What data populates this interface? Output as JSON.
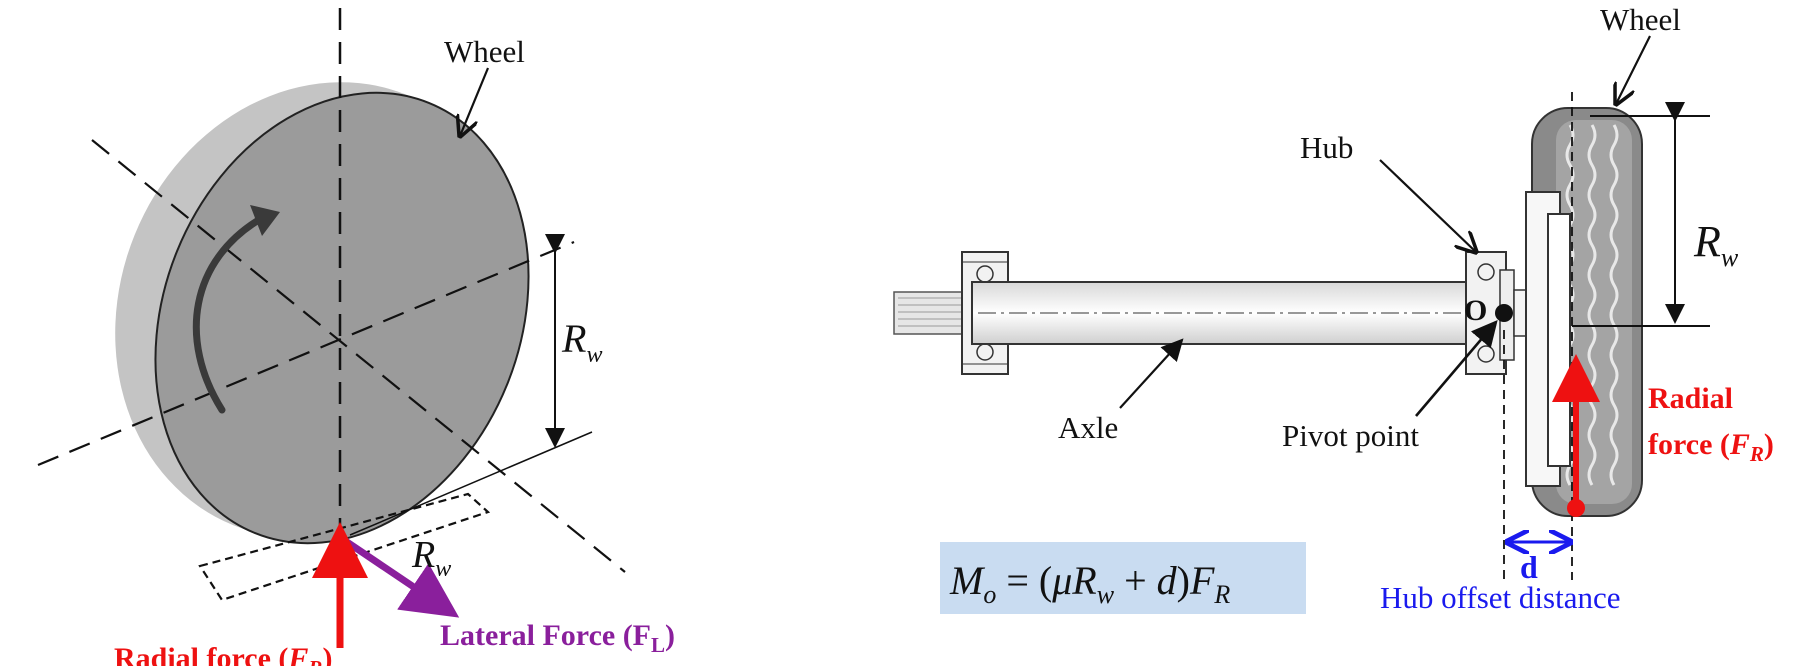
{
  "left_diagram": {
    "wheel_label": "Wheel",
    "radius_label_main": "R",
    "radius_label_sub": "w",
    "radius_label2_main": "R",
    "radius_label2_sub": "w",
    "lateral_force_label": "Lateral Force (F",
    "lateral_force_sub": "L",
    "lateral_force_close": ")",
    "radial_force_label": "Radial force (",
    "radial_force_var": "F",
    "radial_force_sub": "R",
    "radial_force_close": ")"
  },
  "right_diagram": {
    "wheel_label": "Wheel",
    "hub_label": "Hub",
    "axle_label": "Axle",
    "pivot_label": "Pivot point",
    "pivot_point": "O",
    "radius_label_main": "R",
    "radius_label_sub": "w",
    "radial_force_line1": "Radial",
    "radial_force_line2": "force (",
    "radial_force_var": "F",
    "radial_force_sub": "R",
    "radial_force_close": ")",
    "offset_symbol": "d",
    "offset_label": "Hub offset distance"
  },
  "formula": {
    "lhs": "M",
    "lhs_sub": "o",
    "eq": " = (",
    "mu": "μ",
    "r": "R",
    "r_sub": "w",
    "plus": " + ",
    "d": "d",
    "close": ")",
    "f": "F",
    "f_sub": "R"
  },
  "colors": {
    "radial": "#ee1111",
    "lateral": "#8a1f9c",
    "offset": "#1a1aee",
    "formula_bg": "#c9dcf1",
    "wheel_face": "#9b9b9b",
    "wheel_rim": "#c4c4c4"
  }
}
